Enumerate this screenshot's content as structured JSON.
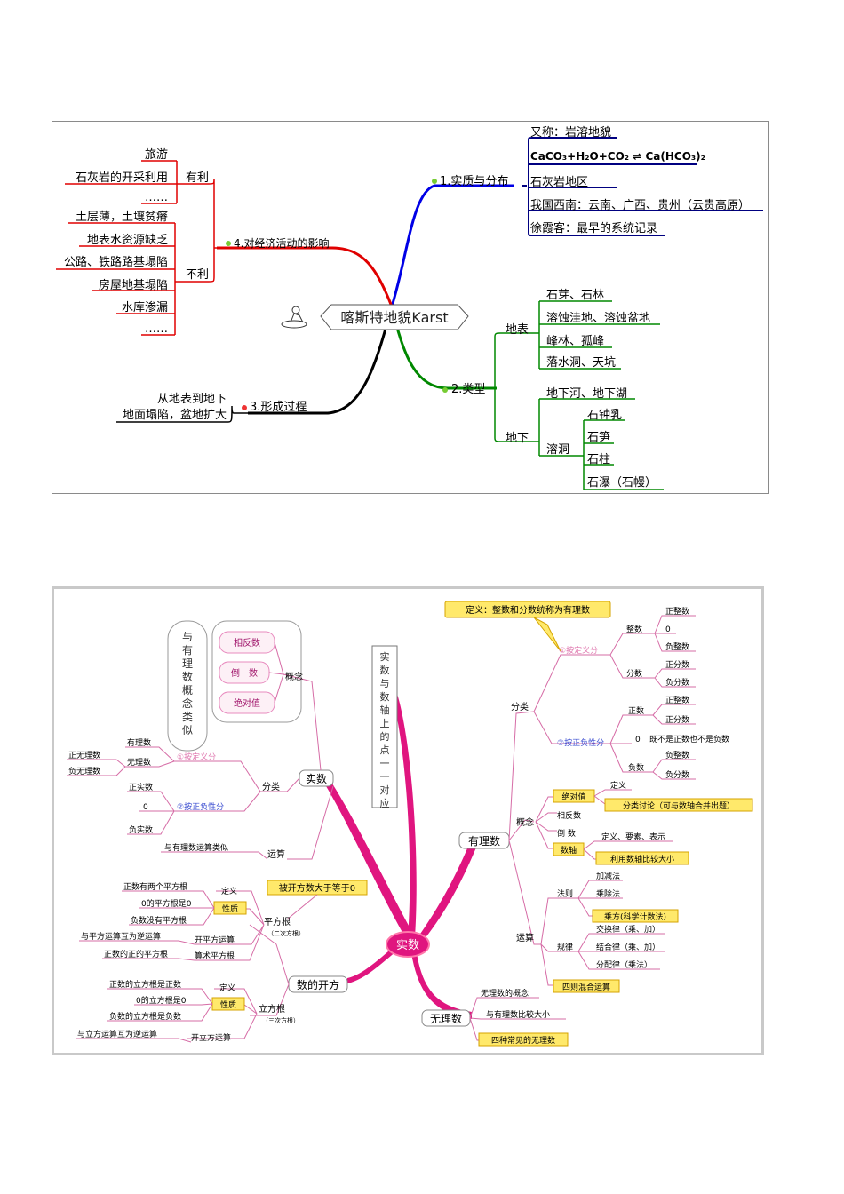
{
  "karst": {
    "center": "喀斯特地貌Karst",
    "b1": {
      "label": "1.实质与分布",
      "items": [
        "又称：岩溶地貌",
        "CaCO₃+H₂O+CO₂ ⇌ Ca(HCO₃)₂",
        "石灰岩地区",
        "我国西南：云南、广西、贵州（云贵高原）",
        "徐霞客：最早的系统记录"
      ]
    },
    "b2": {
      "label": "2.类型",
      "surface": {
        "label": "地表",
        "items": [
          "石芽、石林",
          "溶蚀洼地、溶蚀盆地",
          "峰林、孤峰",
          "落水洞、天坑"
        ]
      },
      "underground": {
        "label": "地下",
        "item": "地下河、地下湖",
        "cave": {
          "label": "溶洞",
          "items": [
            "石钟乳",
            "石笋",
            "石柱",
            "石瀑（石幔）"
          ]
        }
      }
    },
    "b3": {
      "label": "3.形成过程",
      "items": [
        "从地表到地下",
        "地面塌陷，盆地扩大"
      ]
    },
    "b4": {
      "label": "4.对经济活动的影响",
      "good": {
        "label": "有利",
        "items": [
          "旅游",
          "石灰岩的开采利用",
          "……"
        ]
      },
      "bad": {
        "label": "不利",
        "items": [
          "土层薄，土壤贫瘠",
          "地表水资源缺乏",
          "公路、铁路路基塌陷",
          "房屋地基塌陷",
          "水库渗漏",
          "……"
        ]
      }
    }
  },
  "real": {
    "center": "实数",
    "side_note": "与有理数概念类似",
    "vertical_note": "实数与数轴上的点一一对应",
    "shishu": {
      "label": "实数",
      "concept": "概念",
      "concept_items": [
        "相反数",
        "倒　数",
        "绝对值"
      ],
      "classify": "分类",
      "by_def": "①按定义分",
      "def_items": [
        "有理数",
        "无理数"
      ],
      "irrational_items": [
        "正无理数",
        "负无理数"
      ],
      "by_sign": "②按正负性分",
      "sign_items": [
        "正实数",
        "0",
        "负实数"
      ],
      "op": "运算",
      "op_item": "与有理数运算类似"
    },
    "rational": {
      "label": "有理数",
      "def_note": "定义：整数和分数统称为有理数",
      "classify": "分类",
      "by_def": "①按定义分",
      "integer": "整数",
      "integer_items": [
        "正整数",
        "0",
        "负整数"
      ],
      "fraction": "分数",
      "fraction_items": [
        "正分数",
        "负分数"
      ],
      "by_sign": "②按正负性分",
      "positive": "正数",
      "positive_items": [
        "正整数",
        "正分数"
      ],
      "zero": "0",
      "zero_note": "既不是正数也不是负数",
      "negative": "负数",
      "negative_items": [
        "负整数",
        "负分数"
      ],
      "concept": "概念",
      "abs": "绝对值",
      "abs_def": "定义",
      "abs_note": "分类讨论（可与数轴合并出题）",
      "opposite": "相反数",
      "reciprocal": "倒 数",
      "axis": "数轴",
      "axis_items": [
        "定义、要素、表示",
        "利用数轴比较大小"
      ],
      "op": "运算",
      "rule": "法则",
      "rule_items": [
        "加减法",
        "乘除法",
        "乘方(科学计数法)"
      ],
      "law": "规律",
      "law_items": [
        "交换律（乘、加）",
        "结合律（乘、加）",
        "分配律（乘法）"
      ],
      "mixed": "四则混合运算"
    },
    "irrational": {
      "label": "无理数",
      "items": [
        "无理数的概念",
        "与有理数比较大小",
        "四种常见的无理数"
      ]
    },
    "roots": {
      "label": "数的开方",
      "square": "平方根",
      "square_sub": "（二次方根）",
      "square_note": "被开方数大于等于0",
      "def": "定义",
      "prop": "性质",
      "square_items": [
        "正数有两个平方根",
        "0的平方根是0",
        "负数没有平方根"
      ],
      "sq_op": "开平方运算",
      "sq_op_item": "与平方运算互为逆运算",
      "arith": "算术平方根",
      "arith_item": "正数的正的平方根",
      "cube": "立方根",
      "cube_sub": "（三次方根）",
      "cube_items": [
        "正数的立方根是正数",
        "0的立方根是0",
        "负数的立方根是负数"
      ],
      "cube_op": "开立方运算",
      "cube_op_item": "与立方运算互为逆运算"
    }
  }
}
